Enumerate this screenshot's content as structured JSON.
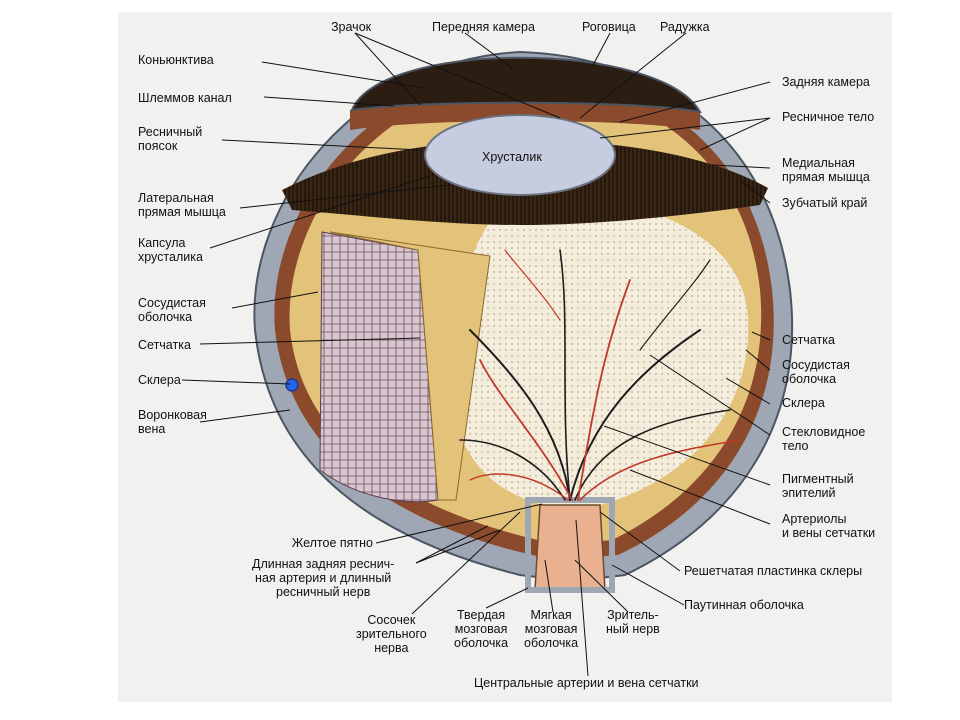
{
  "diagram": {
    "labels": {
      "zrachok": "Зрачок",
      "perednyaya_kamera": "Передняя камера",
      "rogovitsa": "Роговица",
      "raduzhka": "Радужка",
      "konyunktiva": "Коньюнктива",
      "shlemmov_kanal": "Шлеммов канал",
      "resnichny_poyasok": "Ресничный\nпоясок",
      "khrustalik": "Хрусталик",
      "zadnyaya_kamera": "Задняя камера",
      "resnichnoe_telo": "Ресничное тело",
      "medialnaya_myshtsa": "Медиальная\nпрямая мышца",
      "lateralnaya_myshtsa": "Латеральная\nпрямая мышца",
      "zubchaty_krai": "Зубчатый край",
      "kapsula_khrustalika": "Капсула\nхрусталика",
      "sosudistaya_left": "Сосудистая\nоболочка",
      "setchatka_left": "Сетчатка",
      "sklera_left": "Склера",
      "voronkovaya_vena": "Воронковая\nвена",
      "setchatka_right": "Сетчатка",
      "sosudistaya_right": "Сосудистая\nоболочка",
      "sklera_right": "Склера",
      "steklovidnoe_telo": "Стекловидное\nтело",
      "pigmentny_epiteliy": "Пигментный\nэпителий",
      "arteriolы_veny": "Артериолы\nи вены сетчатки",
      "zheltoe_pyatno": "Желтое пятно",
      "dlinnaya_arteriya": "Длинная задняя реснич-\nная артерия и длинный\nресничный нерв",
      "reshetchataya_plastinka": "Решетчатая пластинка склеры",
      "sosochek": "Сосочек\nзрительного\nнерва",
      "tverdaya_obolochka": "Твердая\nмозговая\nоболочка",
      "myagkaya_obolochka": "Мягкая\nмозговая\nоболочка",
      "zritelny_nerv": "Зритель-\nный нерв",
      "pautinnaya_obolochka": "Паутинная оболочка",
      "tsentralnye_arterii": "Центральные артерии и вена сетчатки"
    },
    "colors": {
      "sclera": "#9ea7b3",
      "choroid": "#8a4a2b",
      "retina": "#e3c27a",
      "vitreous": "#f4eddc",
      "lens": "#c7cde0",
      "pigment": "#2b1d12",
      "vessel_red": "#c0392b",
      "vessel_dark": "#1e1e1e",
      "mesh": "#d9c7cf",
      "nerve": "#e9b18f"
    }
  }
}
